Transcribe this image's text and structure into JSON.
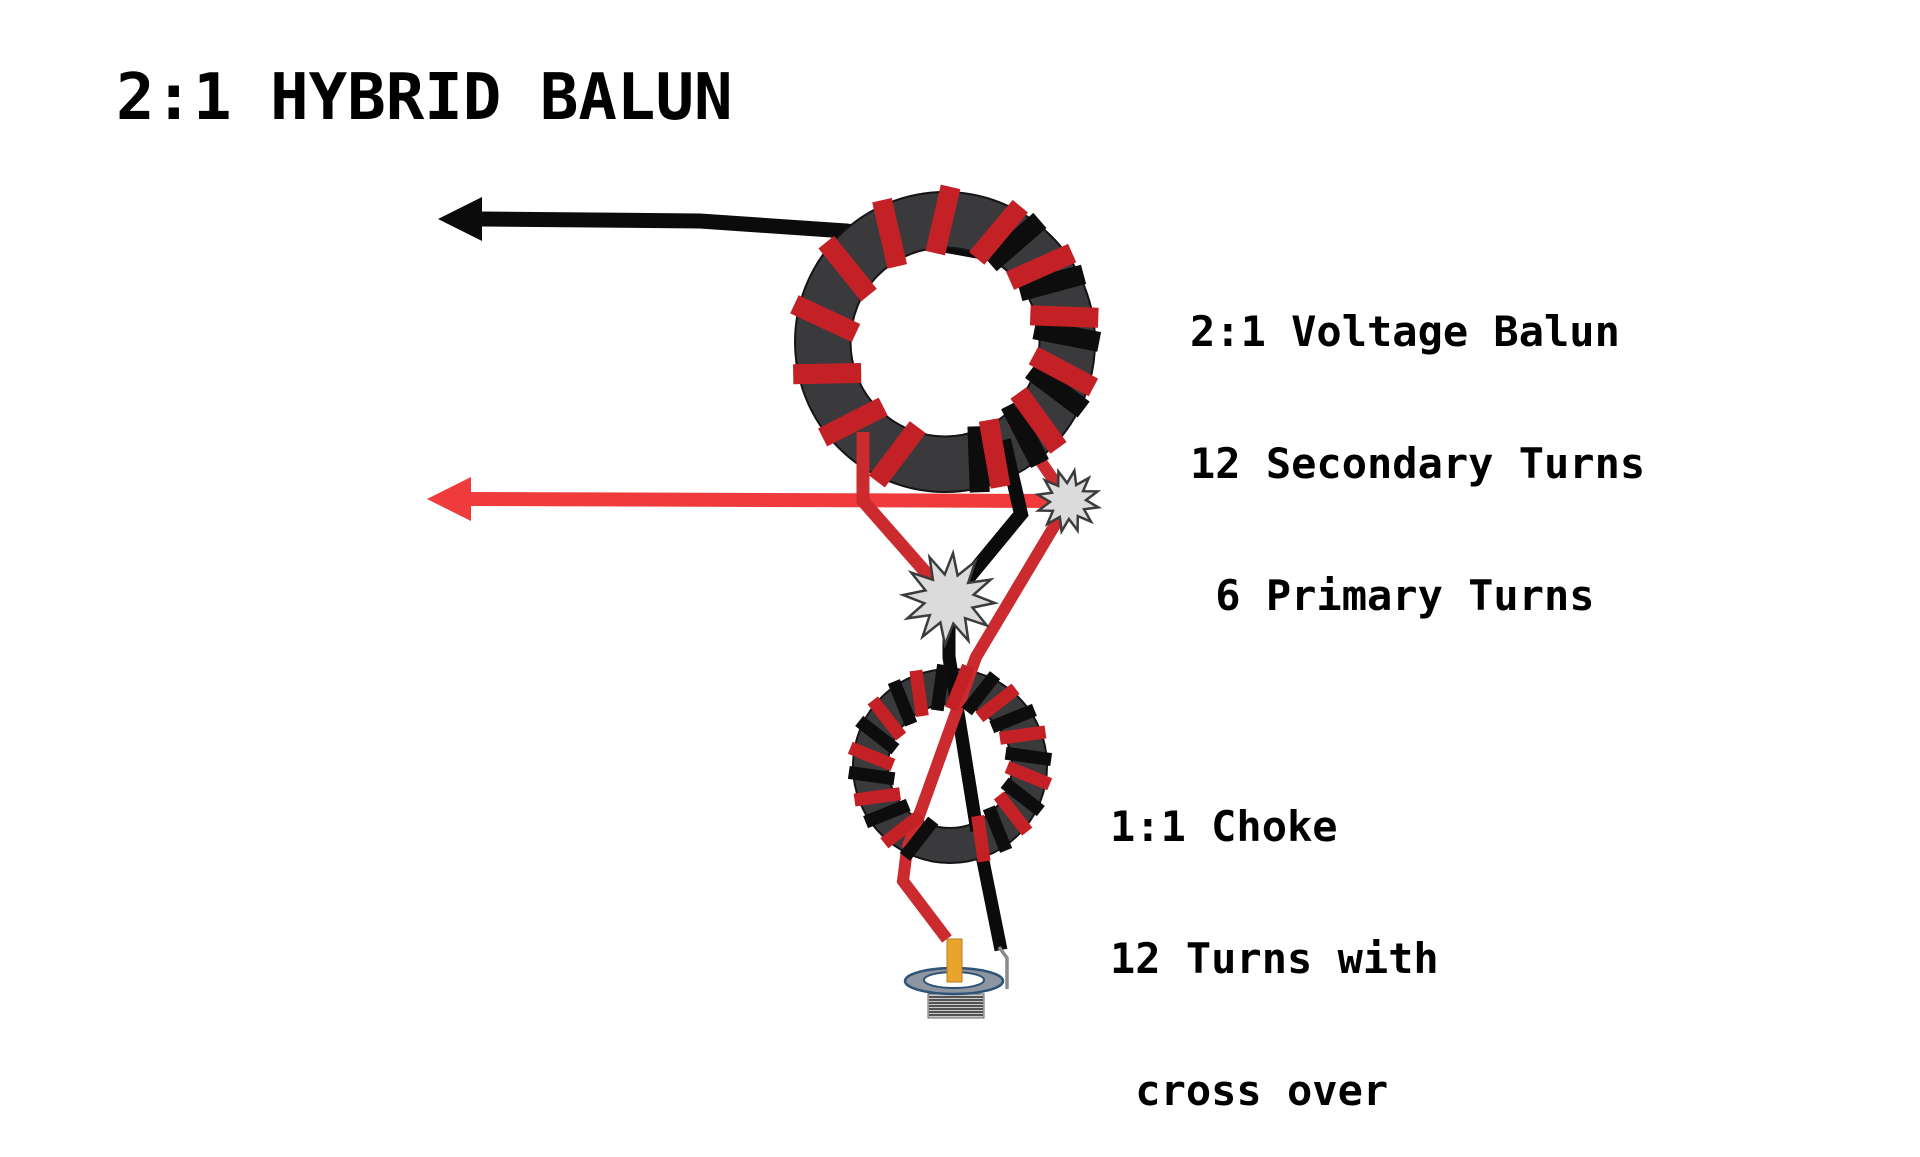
{
  "title": "2:1 HYBRID BALUN",
  "labels": {
    "voltage_balun": {
      "line1": "2:1 Voltage Balun",
      "line2": "12 Secondary Turns",
      "line3": " 6 Primary Turns"
    },
    "choke": {
      "line1": "1:1 Choke",
      "line2": "12 Turns with",
      "line3": " cross over"
    }
  },
  "colors": {
    "text_black": "#000000",
    "wire_black": "#0B0B0B",
    "arrow_red": "#EF3B3C",
    "wire_red": "#CB2A2E",
    "tick_red": "#C42127",
    "tick_black": "#0D0D0D",
    "core_gray": "#3A3A3C",
    "core_outline": "#141416",
    "solder_fill": "#DBDBDB",
    "solder_outline": "#3C3C3C",
    "pin_gold": "#E8A42B",
    "pin_edge": "#B67F1A",
    "connector_body": "#8C95A0",
    "connector_outline": "#2F5376",
    "thread_light": "#C9C9C9",
    "thread_dark": "#2B2B2B",
    "pigtail_gray": "#8A8A8A"
  }
}
